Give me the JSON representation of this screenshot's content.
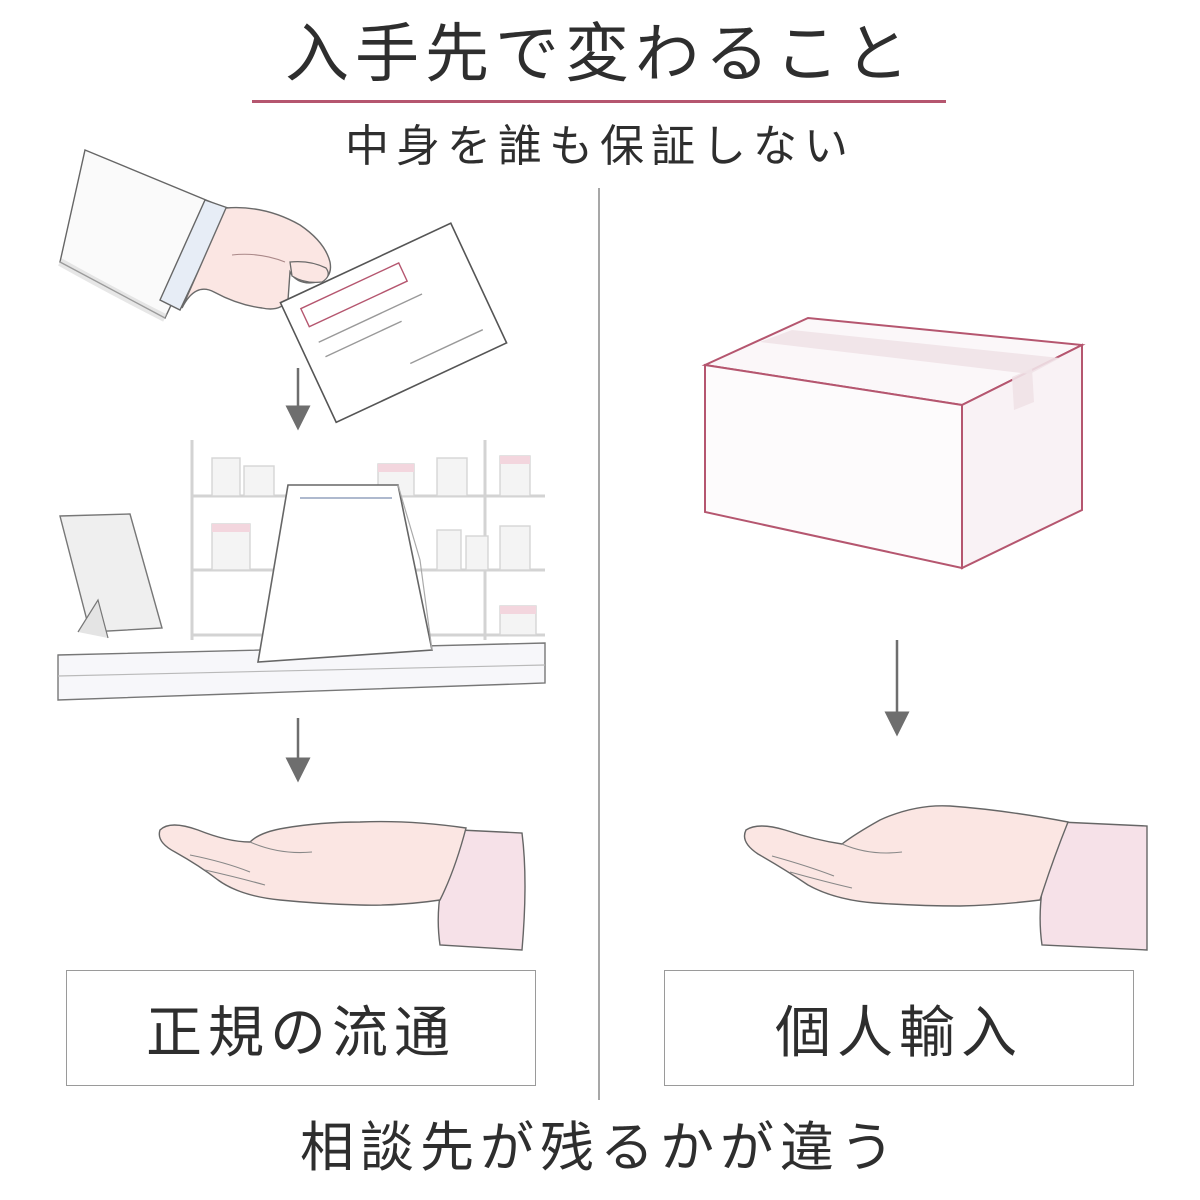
{
  "header": {
    "title": "入手先で変わること",
    "subtitle": "中身を誰も保証しない"
  },
  "left_panel": {
    "label": "正規の流通"
  },
  "right_panel": {
    "label": "個人輸入"
  },
  "footer": {
    "text": "相談先が残るかが違う"
  },
  "colors": {
    "accent": "#b5566f",
    "sleeve": "#f6e1e8",
    "skin": "#fbe6e3",
    "line": "#555555",
    "arrow": "#6e6e6e"
  }
}
